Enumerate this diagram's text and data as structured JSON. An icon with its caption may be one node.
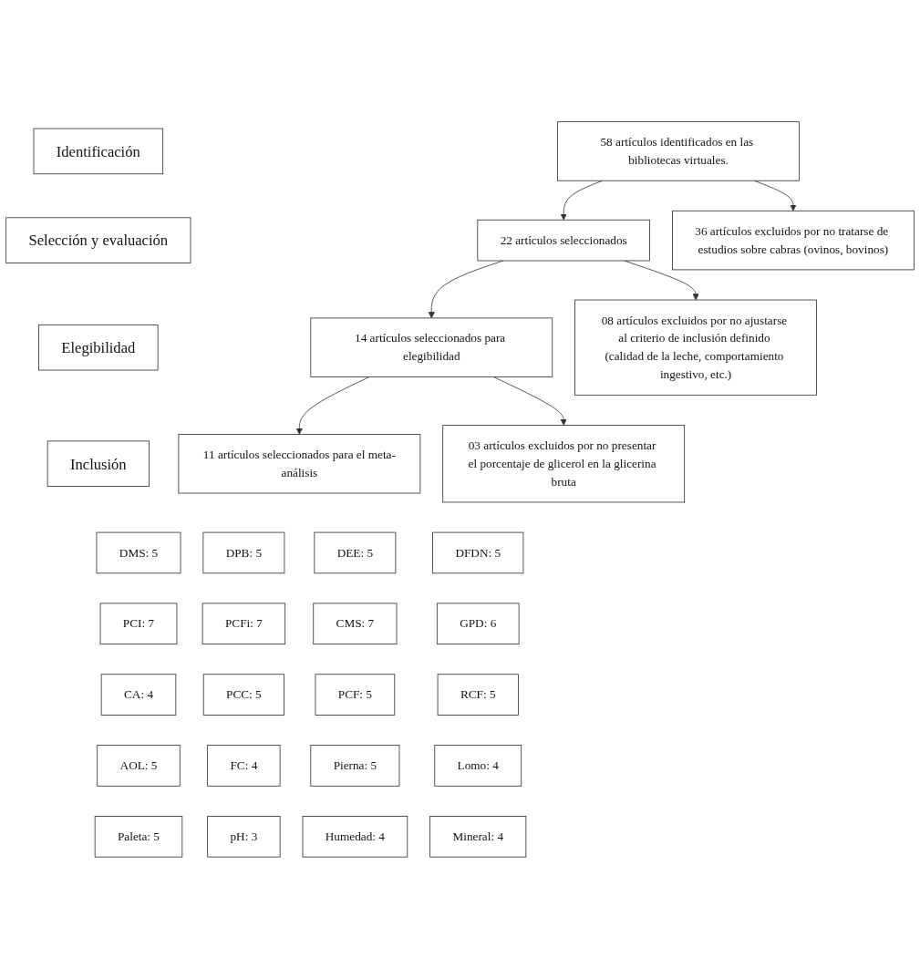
{
  "diagram": {
    "nodes": [
      {
        "text": [
          "Identificación"
        ]
      },
      {
        "text": [
          "58 artículos identificados en las bibliotecas virtuales."
        ]
      },
      {
        "text": [
          "36 artículos excluidos por no tratarse de estudios sobre cabras (ovinos, bovinos)"
        ]
      },
      {
        "text": [
          "Selección y evaluación"
        ]
      },
      {
        "text": [
          "22 artículos seleccionados"
        ]
      },
      {
        "text": [
          "08 artículos excluidos por no ajustarse al criterio de inclusión definido (calidad de la leche, comportamiento ingestivo, etc.)"
        ]
      },
      {
        "text": [
          "Elegibilidad"
        ]
      },
      {
        "text": [
          "14 artículos seleccionados para elegibilidad"
        ]
      },
      {
        "text": [
          "03 artículos excluidos por no presentar el porcentaje de glicerol en la glicerina bruta"
        ]
      },
      {
        "text": [
          "Inclusión"
        ]
      },
      {
        "text": [
          "11 artículos seleccionados para el meta-análisis"
        ]
      },
      {
        "text": [
          "DMS: 5"
        ]
      },
      {
        "text": [
          "DPB: 5"
        ]
      },
      {
        "text": [
          "DEE: 5"
        ]
      },
      {
        "text": [
          "DFDN: 5"
        ]
      },
      {
        "text": [
          "PCI: 7"
        ]
      },
      {
        "text": [
          "PCFi: 7"
        ]
      },
      {
        "text": [
          "CMS: 7"
        ]
      },
      {
        "text": [
          "GPD: 6"
        ]
      },
      {
        "text": [
          "CA: 4"
        ]
      },
      {
        "text": [
          "PCC: 5"
        ]
      },
      {
        "text": [
          "PCF: 5"
        ]
      },
      {
        "text": [
          "RCF: 5"
        ]
      },
      {
        "text": [
          "AOL: 5"
        ]
      },
      {
        "text": [
          "FC: 4"
        ]
      },
      {
        "text": [
          "Pierna: 5"
        ]
      },
      {
        "text": [
          "Lomo: 4"
        ]
      },
      {
        "text": [
          "Paleta: 5"
        ]
      },
      {
        "text": [
          "pH: 3"
        ]
      },
      {
        "text": [
          "Humedad: 4"
        ]
      },
      {
        "text": [
          "Mineral: 4"
        ]
      }
    ],
    "edges": [
      {
        "from": 1,
        "to": 4,
        "arrow": "to"
      },
      {
        "from": 1,
        "to": 2,
        "arrow": "to"
      },
      {
        "from": 4,
        "to": 7,
        "arrow": "to"
      },
      {
        "from": 4,
        "to": 5,
        "arrow": "to"
      },
      {
        "from": 7,
        "to": 10,
        "arrow": "to"
      },
      {
        "from": 7,
        "to": 8,
        "arrow": "to"
      }
    ]
  }
}
